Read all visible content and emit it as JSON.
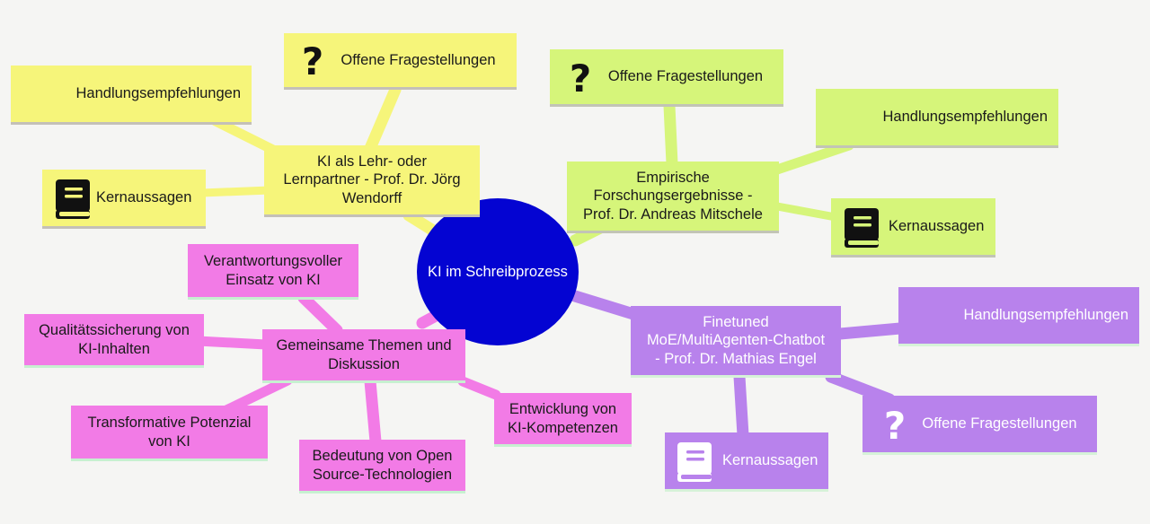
{
  "center": {
    "label": "KI im Schreibprozess",
    "color": "#0404d2"
  },
  "colors": {
    "yellow": "#f6f57a",
    "green": "#d6f57a",
    "pink": "#f27be6",
    "purple": "#b882ec"
  },
  "icons": {
    "question": "?",
    "book": "book-icon"
  },
  "branches": {
    "yellow": {
      "title": "KI als Lehr- oder\nLernpartner - Prof. Dr. Jörg\nWendorff",
      "fragen": "Offene Fragestellungen",
      "empfehlungen": "Handlungsempfehlungen",
      "kern": "Kernaussagen"
    },
    "green": {
      "title": "Empirische\nForschungsergebnisse -\nProf. Dr. Andreas Mitschele",
      "fragen": "Offene Fragestellungen",
      "empfehlungen": "Handlungsempfehlungen",
      "kern": "Kernaussagen"
    },
    "pink": {
      "title": "Gemeinsame Themen und\nDiskussion",
      "items": [
        "Verantwortungsvoller\nEinsatz von KI",
        "Qualitätssicherung von\nKI-Inhalten",
        "Transformative Potenzial\nvon KI",
        "Bedeutung von Open\nSource-Technologien",
        "Entwicklung von\nKI-Kompetenzen"
      ]
    },
    "purple": {
      "title": "Finetuned\nMoE/MultiAgenten-Chatbot\n- Prof. Dr. Mathias Engel",
      "empfehlungen": "Handlungsempfehlungen",
      "fragen": "Offene Fragestellungen",
      "kern": "Kernaussagen"
    }
  }
}
